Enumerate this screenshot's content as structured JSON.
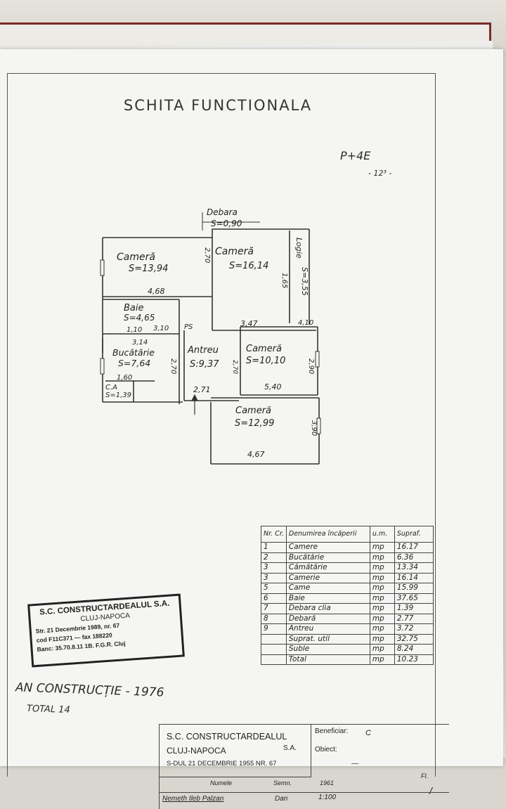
{
  "document": {
    "title": "SCHITA FUNCTIONALA",
    "floor_note": "P+4E",
    "floor_note2": "- 12³ -"
  },
  "plan": {
    "rooms": [
      {
        "name": "Cameră",
        "area": "S=13,94"
      },
      {
        "name": "Cameră",
        "area": "S=16,14"
      },
      {
        "name": "Baie",
        "area": "S=4,65"
      },
      {
        "name": "Bucătărie",
        "area": "S=7,64"
      },
      {
        "name": "Antreu",
        "area": "S:9,37"
      },
      {
        "name": "Cameră",
        "area": "S=10,10"
      },
      {
        "name": "Cameră",
        "area": "S=12,99"
      },
      {
        "name": "C.A",
        "area": "S=1,39"
      }
    ],
    "debara": {
      "name": "Debara",
      "area": "S=0,90"
    },
    "logie": {
      "name": "Logie",
      "area": "S=3,55"
    },
    "dimensions": [
      "4,68",
      "3,47",
      "1,10",
      "3,14",
      "1,60",
      "2,71",
      "5,40",
      "4,67",
      "2,90",
      "2,70",
      "3,10",
      "2,70",
      "3,90",
      "2,70",
      "1,65",
      "PS",
      "4,10"
    ]
  },
  "legend": {
    "headers": [
      "Nr. Cr.",
      "Denumirea încăperii",
      "u.m.",
      "Supraf."
    ],
    "rows": [
      {
        "nr": "1",
        "name": "Camere",
        "um": "mp",
        "val": "16.17"
      },
      {
        "nr": "2",
        "name": "Bucătărie",
        "um": "mp",
        "val": "6.36"
      },
      {
        "nr": "3",
        "name": "Cămătărie",
        "um": "mp",
        "val": "13.34"
      },
      {
        "nr": "3",
        "name": "Camerie",
        "um": "mp",
        "val": "16.14"
      },
      {
        "nr": "5",
        "name": "Came",
        "um": "mp",
        "val": "15.99"
      },
      {
        "nr": "6",
        "name": "Baie",
        "um": "mp",
        "val": "37.65"
      },
      {
        "nr": "7",
        "name": "Debara clia",
        "um": "mp",
        "val": "1.39"
      },
      {
        "nr": "8",
        "name": "Debară",
        "um": "mp",
        "val": "2.77"
      },
      {
        "nr": "9",
        "name": "Antreu",
        "um": "mp",
        "val": "3.72"
      },
      {
        "nr": "",
        "name": "Suprat. util",
        "um": "mp",
        "val": "32.75"
      },
      {
        "nr": "",
        "name": "Suble",
        "um": "mp",
        "val": "8.24"
      },
      {
        "nr": "",
        "name": "Total",
        "um": "mp",
        "val": "10.23"
      }
    ]
  },
  "stamp": {
    "line1": "S.C. CONSTRUCTARDEALUL S.A.",
    "line2": "CLUJ-NAPOCA",
    "line3": "Str. 21 Decembrie 1989, nr. 67",
    "line4": "cod F11C371 — fax 188220",
    "line5": "Banc: 35.70.8.11 1B. F.G.R. Cluj"
  },
  "handwriting": {
    "line1": "AN CONSTRUCȚIE - 1976",
    "line2": "TOTAL 14"
  },
  "title_block": {
    "company": "S.C. CONSTRUCTARDEALUL",
    "city": "CLUJ-NAPOCA",
    "sa": "S.A.",
    "address": "S-DUL 21 DECEMBRIE 1955 NR. 67",
    "beneficiar_label": "Beneficiar:",
    "beneficiar_value": "C",
    "obiect_label": "Obiect:",
    "obiect_value": "—",
    "fl_label": "Fl.",
    "fl_value": "/",
    "col_nume": "Numele",
    "col_semn": "Semn.",
    "col_date": "1961",
    "col_scale": "1:100",
    "row1": "Nemeth Ileb Palzan",
    "row1b": "Dan"
  }
}
